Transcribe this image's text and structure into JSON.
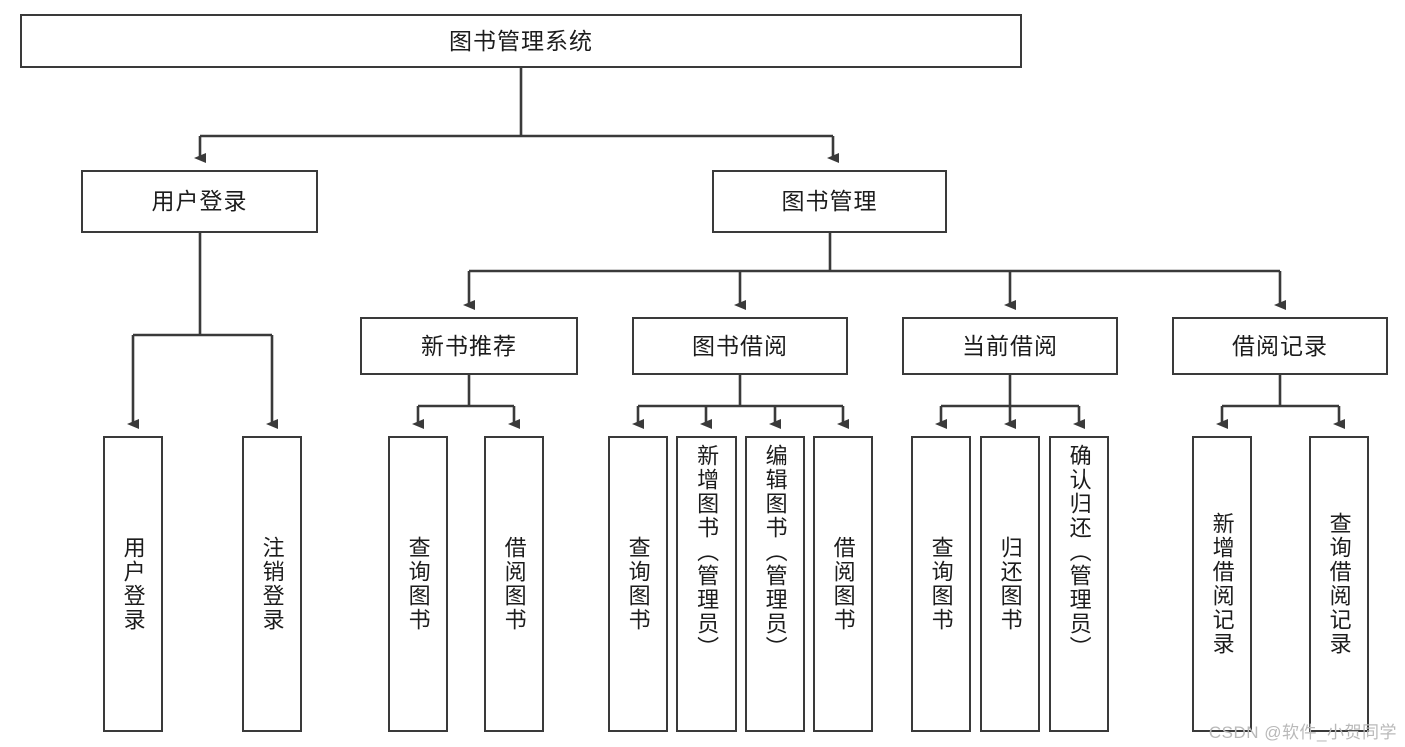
{
  "diagram": {
    "type": "tree-hierarchy-chart",
    "title": "图书管理系统",
    "colors": {
      "box_border": "#3a3a3a",
      "box_fill": "#ffffff",
      "connector": "#3a3a3a",
      "text": "#1c1c1c",
      "watermark": "#b9b9b9",
      "background": "#ffffff"
    },
    "root": {
      "label": "图书管理系统"
    },
    "level2": [
      {
        "label": "用户登录"
      },
      {
        "label": "图书管理"
      }
    ],
    "level3": [
      {
        "label": "新书推荐"
      },
      {
        "label": "图书借阅"
      },
      {
        "label": "当前借阅"
      },
      {
        "label": "借阅记录"
      }
    ],
    "leaves": {
      "user_login": [
        {
          "label": "用户登录"
        },
        {
          "label": "注销登录"
        }
      ],
      "new_book_recommend": [
        {
          "label": "查询图书"
        },
        {
          "label": "借阅图书"
        }
      ],
      "book_borrow": [
        {
          "label": "查询图书"
        },
        {
          "label": "新增图书（管理员）"
        },
        {
          "label": "编辑图书（管理员）"
        },
        {
          "label": "借阅图书"
        }
      ],
      "current_borrow": [
        {
          "label": "查询图书"
        },
        {
          "label": "归还图书"
        },
        {
          "label": "确认归还（管理员）"
        }
      ],
      "borrow_record": [
        {
          "label": "新增借阅记录"
        },
        {
          "label": "查询借阅记录"
        }
      ]
    }
  },
  "watermark": {
    "text": "CSDN @软件_小贺同学"
  }
}
